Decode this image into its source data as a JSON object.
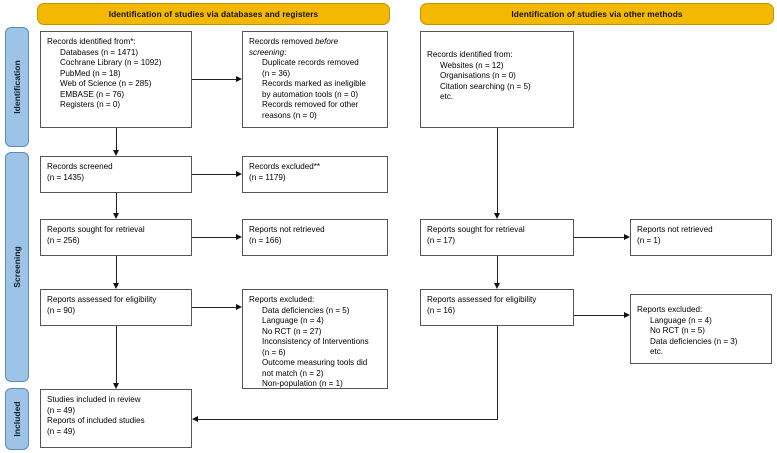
{
  "diagram": {
    "type": "PRISMA 2020 flow diagram",
    "colors": {
      "header_bar": "#f5b800",
      "stage_rail": "#9dc3e6",
      "box_border": "#555555",
      "connector": "#222222"
    }
  },
  "headers": {
    "left": "Identification of studies via databases and registers",
    "right": "Identification of studies via other methods"
  },
  "rails": {
    "identification": "Identification",
    "screening": "Screening",
    "included": "Included"
  },
  "left_column": {
    "records_identified": {
      "title": "Records identified from*:",
      "items": [
        "Databases (n = 1471)",
        "Cochrane Library (n = 1092)",
        "PubMed (n = 18)",
        "Web of Science (n = 285)",
        "EMBASE (n = 76)",
        "Registers (n = 0)"
      ]
    },
    "records_removed": {
      "title_a": "Records removed ",
      "title_em": "before",
      "title_b": "screening",
      "title_colon": ":",
      "items": [
        "Duplicate records removed",
        "(n = 36)",
        "Records marked as ineligible",
        "by automation tools (n = 0)",
        "Records removed for other",
        "reasons (n = 0)"
      ]
    },
    "records_screened": {
      "line1": "Records screened",
      "line2": "(n = 1435)"
    },
    "records_excluded": {
      "line1": "Records excluded**",
      "line2": "(n = 1179)"
    },
    "reports_sought": {
      "line1": "Reports sought for retrieval",
      "line2": "(n = 256)"
    },
    "reports_not_retrieved": {
      "line1": "Reports not retrieved",
      "line2": "(n = 166)"
    },
    "reports_assessed": {
      "line1": "Reports assessed for eligibility",
      "line2": "(n = 90)"
    },
    "reports_excluded": {
      "title": "Reports excluded:",
      "items": [
        "Data deficiencies (n = 5)",
        "Language (n = 4)",
        "No RCT (n = 27)",
        "Inconsistency of Interventions",
        "(n = 6)",
        "Outcome measuring tools did",
        "not match (n = 2)",
        "Non-population (n = 1)"
      ]
    },
    "included": {
      "line1": "Studies included in review",
      "line2": "(n = 49)",
      "line3": "Reports of included studies",
      "line4": "(n = 49)"
    }
  },
  "right_column": {
    "records_identified": {
      "title": "Records identified from:",
      "items": [
        "Websites (n = 12)",
        "Organisations (n = 0)",
        "Citation searching (n = 5)",
        "etc."
      ]
    },
    "reports_sought": {
      "line1": "Reports sought for retrieval",
      "line2": "(n = 17)"
    },
    "reports_not_retrieved": {
      "line1": "Reports not retrieved",
      "line2": "(n = 1)"
    },
    "reports_assessed": {
      "line1": "Reports assessed for eligibility",
      "line2": "(n = 16)"
    },
    "reports_excluded": {
      "title": "Reports excluded:",
      "items": [
        "Language (n = 4)",
        "No RCT (n = 5)",
        "Data deficiencies (n = 3)",
        "etc."
      ]
    }
  },
  "chart_data": {
    "type": "table",
    "title": "PRISMA 2020 flow diagram",
    "nodes": [
      {
        "stage": "Identification",
        "source": "databases and registers",
        "label": "Records identified from*",
        "n_total": 1471,
        "breakdown": {
          "Databases": 1471,
          "Cochrane Library": 1092,
          "PubMed": 18,
          "Web of Science": 285,
          "EMBASE": 76,
          "Registers": 0
        }
      },
      {
        "stage": "Identification",
        "source": "databases and registers",
        "label": "Records removed before screening",
        "breakdown": {
          "Duplicate records removed": 36,
          "Records marked as ineligible by automation tools": 0,
          "Records removed for other reasons": 0
        }
      },
      {
        "stage": "Screening",
        "source": "databases and registers",
        "label": "Records screened",
        "n": 1435
      },
      {
        "stage": "Screening",
        "source": "databases and registers",
        "label": "Records excluded**",
        "n": 1179
      },
      {
        "stage": "Screening",
        "source": "databases and registers",
        "label": "Reports sought for retrieval",
        "n": 256
      },
      {
        "stage": "Screening",
        "source": "databases and registers",
        "label": "Reports not retrieved",
        "n": 166
      },
      {
        "stage": "Screening",
        "source": "databases and registers",
        "label": "Reports assessed for eligibility",
        "n": 90
      },
      {
        "stage": "Screening",
        "source": "databases and registers",
        "label": "Reports excluded",
        "breakdown": {
          "Data deficiencies": 5,
          "Language": 4,
          "No RCT": 27,
          "Inconsistency of Interventions": 6,
          "Outcome measuring tools did not match": 2,
          "Non-population": 1
        }
      },
      {
        "stage": "Identification",
        "source": "other methods",
        "label": "Records identified from",
        "breakdown": {
          "Websites": 12,
          "Organisations": 0,
          "Citation searching": 5
        }
      },
      {
        "stage": "Screening",
        "source": "other methods",
        "label": "Reports sought for retrieval",
        "n": 17
      },
      {
        "stage": "Screening",
        "source": "other methods",
        "label": "Reports not retrieved",
        "n": 1
      },
      {
        "stage": "Screening",
        "source": "other methods",
        "label": "Reports assessed for eligibility",
        "n": 16
      },
      {
        "stage": "Screening",
        "source": "other methods",
        "label": "Reports excluded",
        "breakdown": {
          "Language": 4,
          "No RCT": 5,
          "Data deficiencies": 3
        }
      },
      {
        "stage": "Included",
        "source": "both",
        "label": "Studies included in review",
        "n": 49
      },
      {
        "stage": "Included",
        "source": "both",
        "label": "Reports of included studies",
        "n": 49
      }
    ]
  }
}
